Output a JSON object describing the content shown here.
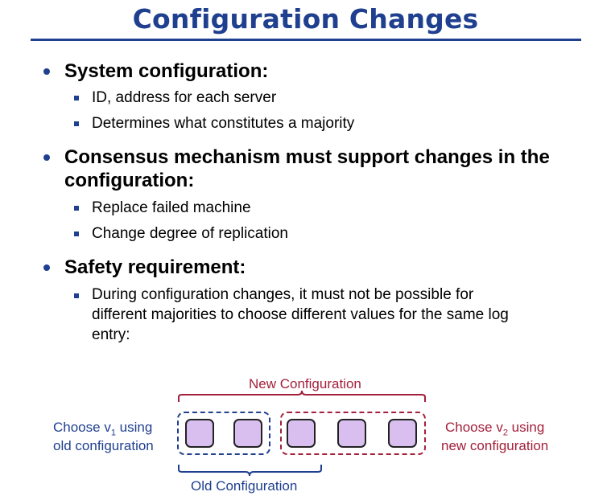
{
  "title": "Configuration Changes",
  "bullets": [
    {
      "text": "System configuration:",
      "subs": [
        "ID, address for each server",
        "Determines what constitutes a majority"
      ]
    },
    {
      "text_line1": "Consensus mechanism must support changes in the",
      "text_line2": "configuration:",
      "subs": [
        "Replace failed machine",
        "Change degree of replication"
      ]
    },
    {
      "text": "Safety requirement:",
      "subs_lines": [
        "During configuration changes, it must not be possible for",
        "different majorities to choose different values for the same log",
        "entry:"
      ]
    }
  ],
  "diagram": {
    "new_config_label": "New Configuration",
    "old_config_label": "Old Configuration",
    "left_line1_pre": "Choose v",
    "left_line1_sub": "1",
    "left_line1_post": " using",
    "left_line2": "old configuration",
    "right_line1_pre": "Choose v",
    "right_line1_sub": "2",
    "right_line1_post": " using",
    "right_line2": "new configuration",
    "server_count": 5,
    "colors": {
      "title": "#1f3f8f",
      "old_config": "#1f3f8f",
      "new_config": "#a3203a",
      "server_fill": "#d9bff0"
    }
  }
}
